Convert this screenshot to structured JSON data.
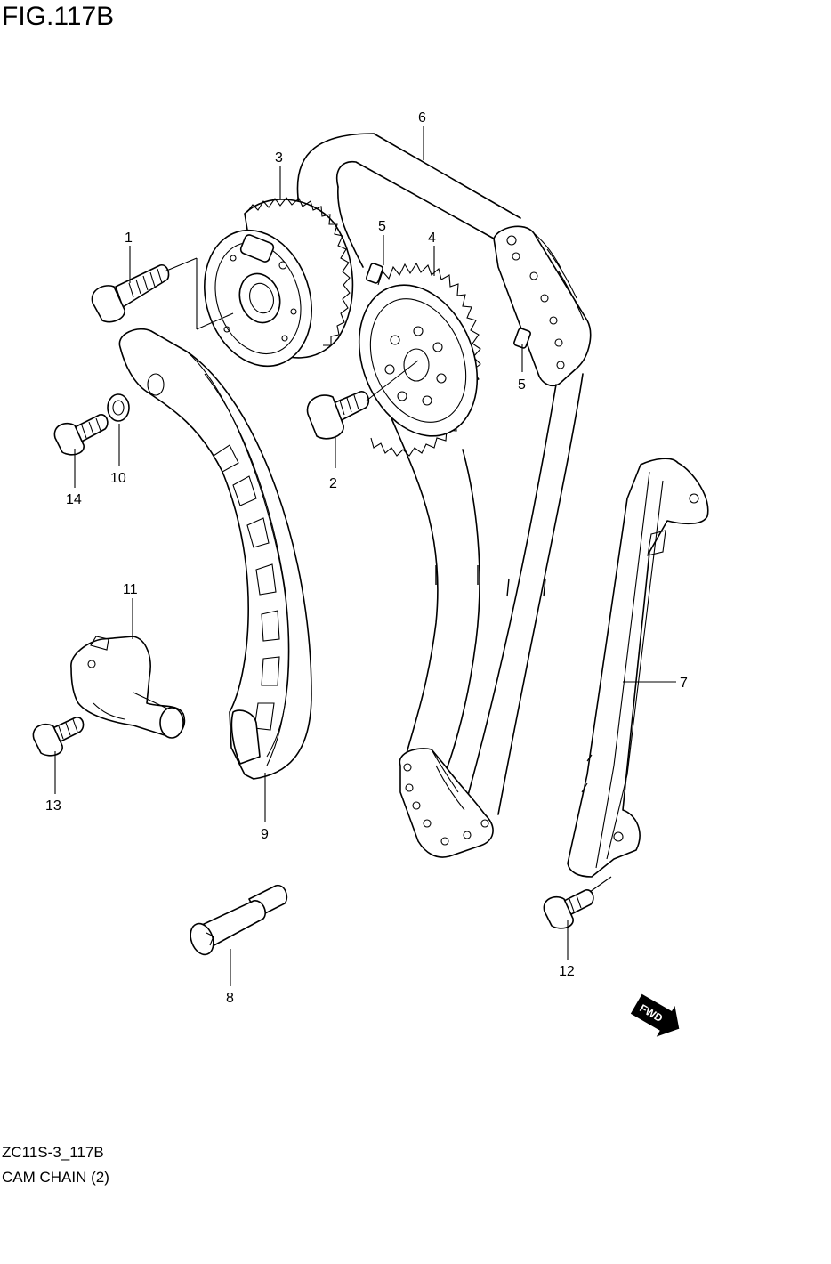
{
  "figure": {
    "title": "FIG.117B"
  },
  "footer": {
    "code": "ZC11S-3_117B",
    "name": "CAM CHAIN (2)"
  },
  "callouts": {
    "c1": "1",
    "c2": "2",
    "c3": "3",
    "c4": "4",
    "c5a": "5",
    "c5b": "5",
    "c6": "6",
    "c7": "7",
    "c8": "8",
    "c9": "9",
    "c10": "10",
    "c11": "11",
    "c12": "12",
    "c13": "13",
    "c14": "14"
  },
  "fwd_badge": {
    "text": "FWD"
  }
}
